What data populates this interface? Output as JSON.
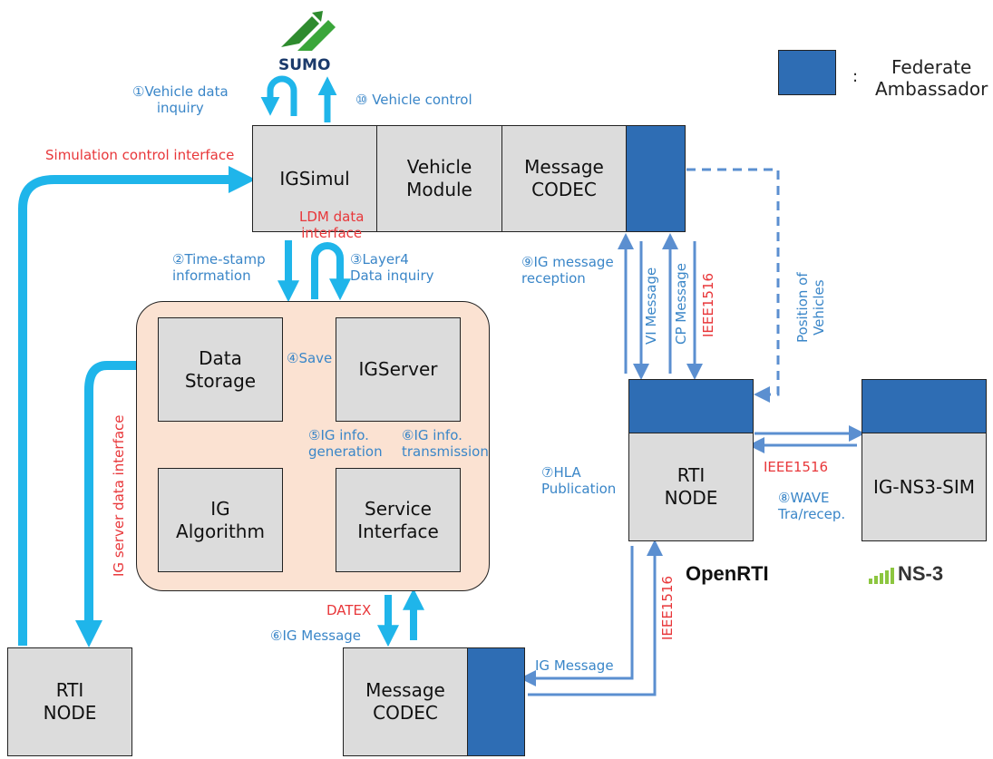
{
  "legend": {
    "separator": ":",
    "text": "Federate\nAmbassador",
    "color": "#2e6db4"
  },
  "logos": {
    "sumo": "SUMO",
    "openrti": "OpenRTI",
    "ns3": "NS-3"
  },
  "top_row": {
    "igsimul": "IGSimul",
    "vehicle_module": "Vehicle\nModule",
    "message_codec": "Message\nCODEC"
  },
  "server_group": {
    "data_storage": "Data\nStorage",
    "igserver": "IGServer",
    "ig_algorithm": "IG\nAlgorithm",
    "service_interface": "Service\nInterface"
  },
  "rti_node_main": "RTI\nNODE",
  "ns3_sim": "IG-NS3-SIM",
  "rti_node_left": "RTI\nNODE",
  "bottom_codec": "Message\nCODEC",
  "labels": {
    "vehicle_data_inquiry": "①Vehicle data\ninquiry",
    "vehicle_control": "⑩ Vehicle control",
    "simulation_control_interface": "Simulation control interface",
    "ldm_data_interface": "LDM data\ninterface",
    "time_stamp": "②Time-stamp\ninformation",
    "layer4": "③Layer4\nData inquiry",
    "save": "④Save",
    "ig_info_generation": "⑤IG info.\ngeneration",
    "ig_info_transmission": "⑥IG info.\ntransmission",
    "ig_message_reception": "⑨IG message\nreception",
    "vi_message": "VI Message",
    "cp_message": "CP Message",
    "ieee1516_top": "IEEE1516",
    "position_of_vehicles": "Position of\nVehicles",
    "hla_publication": "⑦HLA\nPublication",
    "ieee1516_ns3": "IEEE1516",
    "wave": "⑧WAVE\nTra/recep.",
    "ig_server_data_interface": "IG server data interface",
    "datex": "DATEX",
    "ig_message_bottom": "⑥IG Message",
    "ig_message_right": "IG Message",
    "ieee1516_vertical": "IEEE1516"
  }
}
